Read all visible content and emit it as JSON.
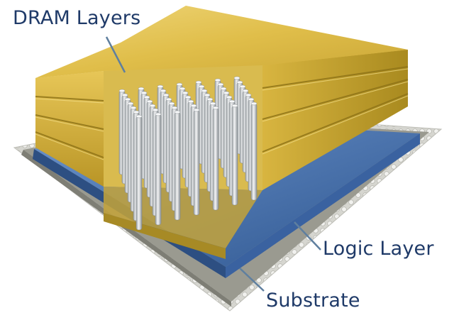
{
  "labels": {
    "dram": "DRAM Layers",
    "logic": "Logic Layer",
    "substrate": "Substrate"
  },
  "colors": {
    "label_text": "#1f3a68",
    "leader_line": "#5f7f9f",
    "gold": "#d4b23a",
    "gold_dark": "#a88a1e",
    "logic_blue": "#3f6db0",
    "substrate_gray": "#8f8f86",
    "substrate_light": "#d8d8d3",
    "via_silver": "#cfd3d6"
  },
  "dram_layer_count": 4
}
